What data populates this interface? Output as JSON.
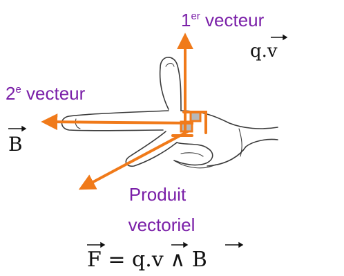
{
  "colors": {
    "label": "#7a1fa8",
    "arrow": "#f07a1a",
    "hand_outline": "#3a3a3a",
    "background": "#ffffff"
  },
  "labels": {
    "first_vector": {
      "base": "1",
      "sup": "er",
      "rest": " vecteur"
    },
    "first_vector_symbol": {
      "q": "q.",
      "v": "v"
    },
    "second_vector": {
      "base": "2",
      "sup": "e",
      "rest": " vecteur"
    },
    "second_vector_symbol": "B",
    "product_line1": "Produit",
    "product_line2": "vectoriel",
    "formula": {
      "F": "F",
      "eq": " = q.",
      "v": "v",
      "wedge": " ∧ ",
      "B": "B"
    }
  },
  "icons": {
    "hand": "hand-icon",
    "vector_arrow": "vector-arrow-icon"
  }
}
